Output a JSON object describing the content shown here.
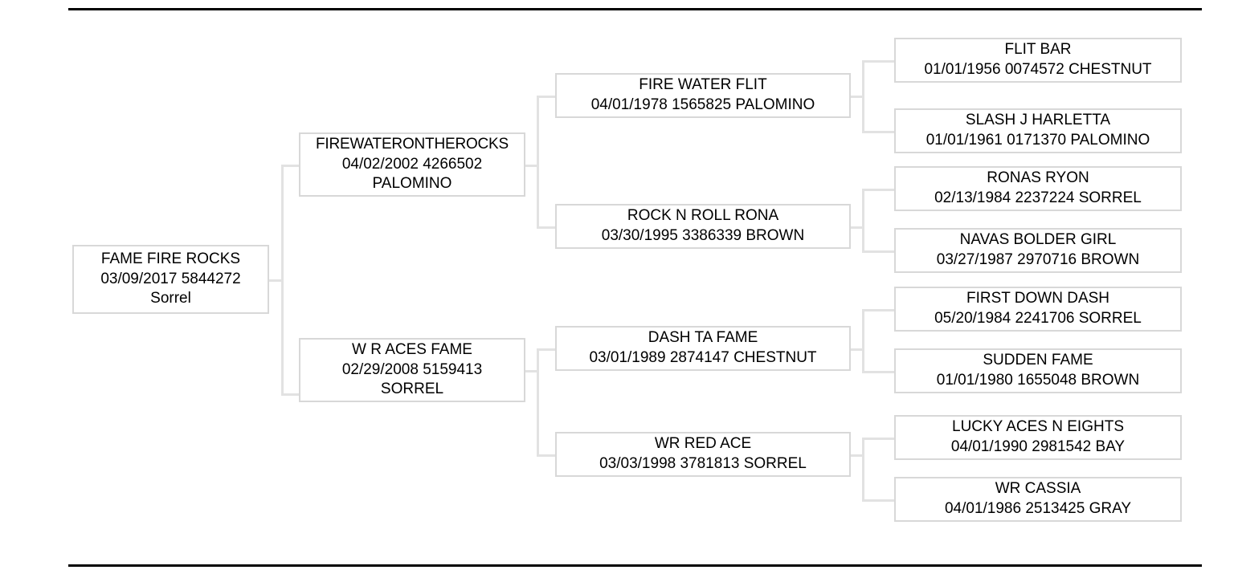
{
  "document": {
    "type": "pedigree-chart",
    "generations": 4,
    "rules": {
      "top": true,
      "bottom": true
    }
  },
  "colors": {
    "box_border": "#d8d8d8",
    "connector": "#e2e2e2",
    "rule": "#000000",
    "text": "#000000",
    "background": "#ffffff"
  },
  "pedigree": {
    "subject": {
      "name": "FAME FIRE ROCKS",
      "line2": "03/09/2017 5844272",
      "line3": "Sorrel",
      "birth_date": "03/09/2017",
      "registration": "5844272",
      "color": "Sorrel"
    },
    "generation2": [
      {
        "name": "FIREWATERONTHEROCKS",
        "line2": "04/02/2002 4266502",
        "line3": "PALOMINO",
        "birth_date": "04/02/2002",
        "registration": "4266502",
        "color": "PALOMINO"
      },
      {
        "name": "W R ACES FAME",
        "line2": "02/29/2008 5159413",
        "line3": "SORREL",
        "birth_date": "02/29/2008",
        "registration": "5159413",
        "color": "SORREL"
      }
    ],
    "generation3": [
      {
        "name": "FIRE WATER FLIT",
        "line2": "04/01/1978 1565825 PALOMINO",
        "birth_date": "04/01/1978",
        "registration": "1565825",
        "color": "PALOMINO"
      },
      {
        "name": "ROCK N ROLL RONA",
        "line2": "03/30/1995 3386339 BROWN",
        "birth_date": "03/30/1995",
        "registration": "3386339",
        "color": "BROWN"
      },
      {
        "name": "DASH TA FAME",
        "line2": "03/01/1989 2874147 CHESTNUT",
        "birth_date": "03/01/1989",
        "registration": "2874147",
        "color": "CHESTNUT"
      },
      {
        "name": "WR RED ACE",
        "line2": "03/03/1998 3781813 SORREL",
        "birth_date": "03/03/1998",
        "registration": "3781813",
        "color": "SORREL"
      }
    ],
    "generation4": [
      {
        "name": "FLIT BAR",
        "line2": "01/01/1956 0074572 CHESTNUT",
        "birth_date": "01/01/1956",
        "registration": "0074572",
        "color": "CHESTNUT"
      },
      {
        "name": "SLASH J HARLETTA",
        "line2": "01/01/1961 0171370 PALOMINO",
        "birth_date": "01/01/1961",
        "registration": "0171370",
        "color": "PALOMINO"
      },
      {
        "name": "RONAS RYON",
        "line2": "02/13/1984 2237224 SORREL",
        "birth_date": "02/13/1984",
        "registration": "2237224",
        "color": "SORREL"
      },
      {
        "name": "NAVAS BOLDER GIRL",
        "line2": "03/27/1987 2970716 BROWN",
        "birth_date": "03/27/1987",
        "registration": "2970716",
        "color": "BROWN"
      },
      {
        "name": "FIRST DOWN DASH",
        "line2": "05/20/1984 2241706 SORREL",
        "birth_date": "05/20/1984",
        "registration": "2241706",
        "color": "SORREL"
      },
      {
        "name": "SUDDEN FAME",
        "line2": "01/01/1980 1655048 BROWN",
        "birth_date": "01/01/1980",
        "registration": "1655048",
        "color": "BROWN"
      },
      {
        "name": "LUCKY ACES N EIGHTS",
        "line2": "04/01/1990 2981542 BAY",
        "birth_date": "04/01/1990",
        "registration": "2981542",
        "color": "BAY"
      },
      {
        "name": "WR CASSIA",
        "line2": "04/01/1986 2513425 GRAY",
        "birth_date": "04/01/1986",
        "registration": "2513425",
        "color": "GRAY"
      }
    ]
  }
}
